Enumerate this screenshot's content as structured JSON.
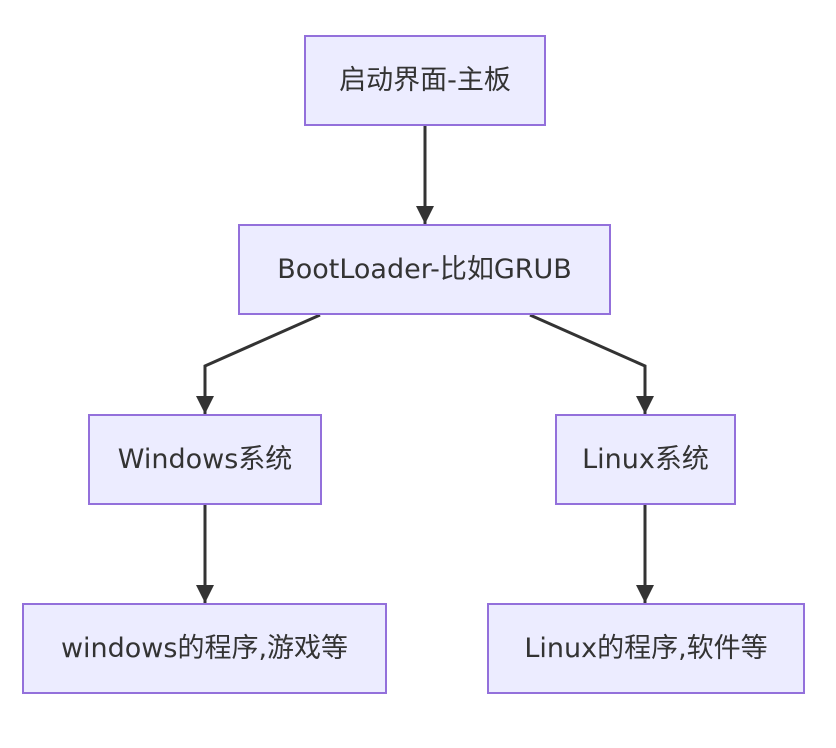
{
  "diagram": {
    "nodes": {
      "boot_screen": "启动界面-主板",
      "bootloader": "BootLoader-比如GRUB",
      "windows_os": "Windows系统",
      "linux_os": "Linux系统",
      "windows_programs": "windows的程序,游戏等",
      "linux_programs": "Linux的程序,软件等"
    }
  }
}
